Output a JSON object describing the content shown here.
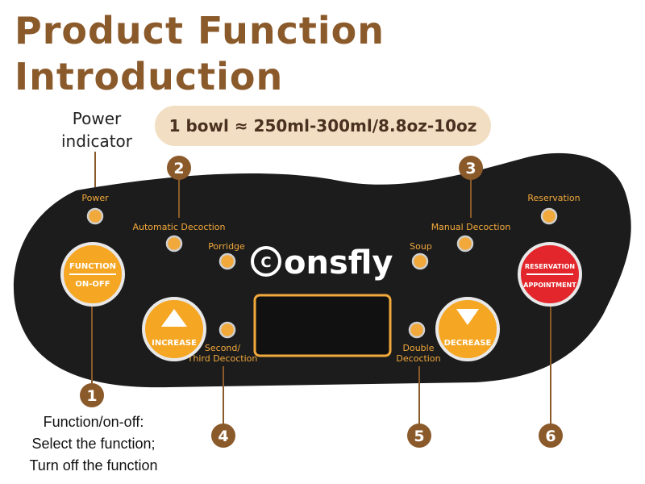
{
  "header": {
    "title_line1": "Product Function",
    "title_line2": "Introduction"
  },
  "bowl_note": "1 bowl ≈ 250ml-300ml/8.8oz-10oz",
  "power_indicator_label": "Power indicator",
  "annotation_1": {
    "line1": "Function/on-off:",
    "line2": "Select the function;",
    "line3": "Turn off the function"
  },
  "panel": {
    "power": "Power",
    "automatic_decoction": "Automatic Decoction",
    "porridge": "Porridge",
    "soup": "Soup",
    "manual_decoction": "Manual Decoction",
    "reservation": "Reservation",
    "second_third_line1": "Second/",
    "second_third_line2": "Third Decoction",
    "double_line1": "Double",
    "double_line2": "Decoction",
    "brand": "onsfly",
    "brand_mark": "C"
  },
  "buttons": {
    "function_top": "FUNCTION",
    "function_bottom": "ON-OFF",
    "increase": "INCREASE",
    "decrease": "DECREASE",
    "reservation_top": "RESERVATION",
    "reservation_bottom": "APPOINTMENT"
  },
  "numbers": {
    "n1": "1",
    "n2": "2",
    "n3": "3",
    "n4": "4",
    "n5": "5",
    "n6": "6"
  },
  "colors": {
    "brown": "#8b5a2b",
    "panel": "#1c1c1c",
    "orange": "#f2a93b",
    "red": "#e2262b",
    "pill": "#f2dfc3"
  }
}
